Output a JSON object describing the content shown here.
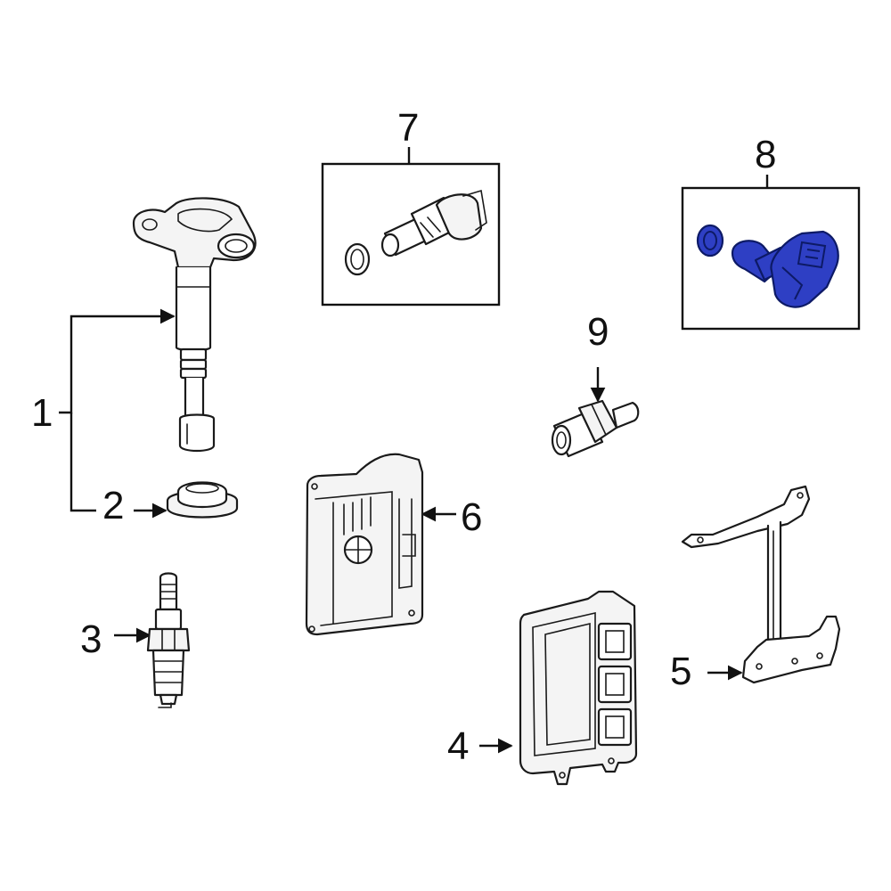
{
  "diagram": {
    "callouts": [
      "1",
      "2",
      "3",
      "4",
      "5",
      "6",
      "7",
      "8",
      "9"
    ],
    "parts": [
      {
        "callout": "1",
        "name": "ignition-coil"
      },
      {
        "callout": "2",
        "name": "seal"
      },
      {
        "callout": "3",
        "name": "spark-plug"
      },
      {
        "callout": "4",
        "name": "ecm"
      },
      {
        "callout": "5",
        "name": "bracket"
      },
      {
        "callout": "6",
        "name": "cover"
      },
      {
        "callout": "7",
        "name": "sensor-boxed"
      },
      {
        "callout": "8",
        "name": "sensor-highlighted"
      },
      {
        "callout": "9",
        "name": "sensor"
      }
    ],
    "colors": {
      "line": "#1a1a1a",
      "highlight": "#2e3fc4",
      "highlight_outline": "#0d1a66",
      "background": "#ffffff"
    }
  }
}
